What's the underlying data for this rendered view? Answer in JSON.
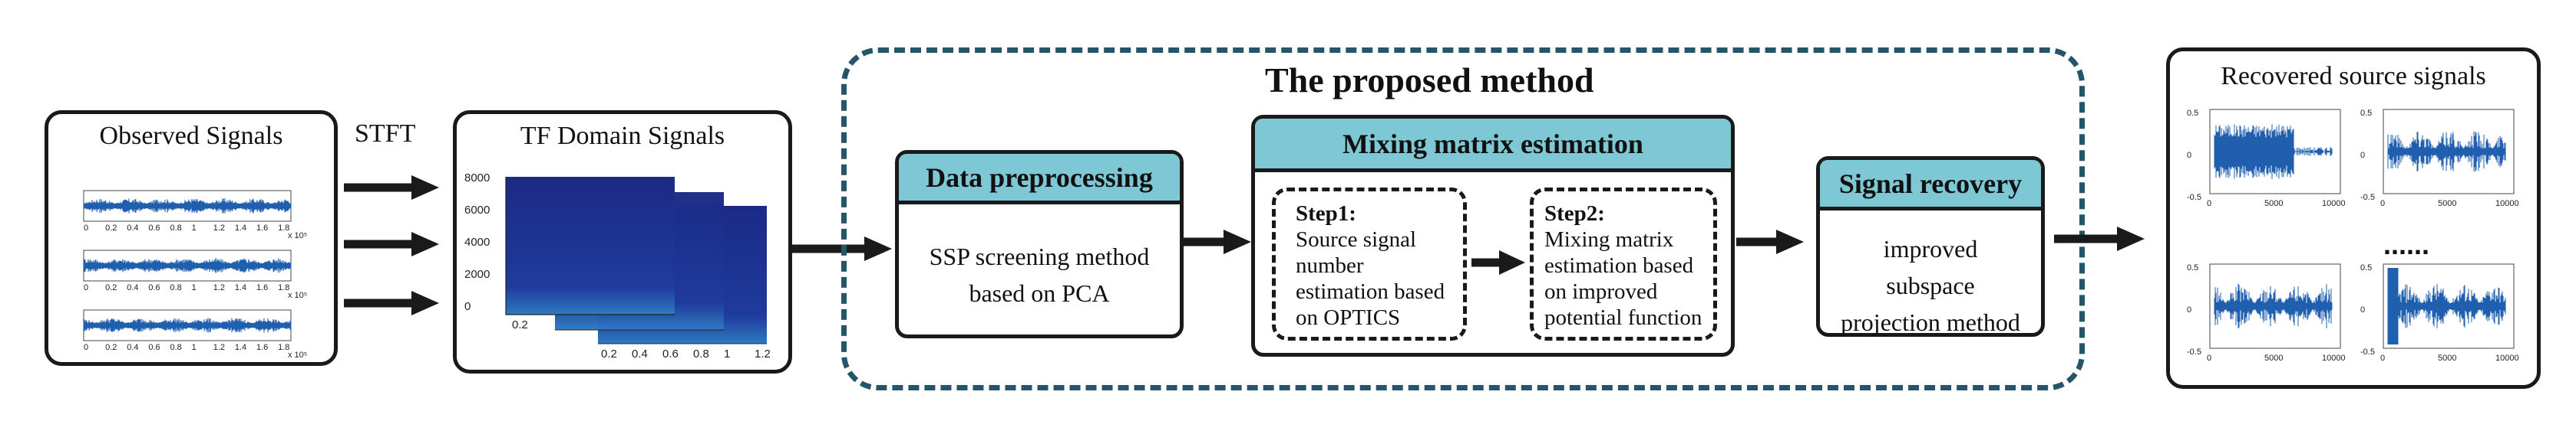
{
  "observed": {
    "title": "Observed Signals",
    "tick_row": [
      "0",
      "0.2",
      "0.4",
      "0.6",
      "0.8",
      "1",
      "1.2",
      "1.4",
      "1.6",
      "1.8"
    ],
    "exponent": "x 10⁵"
  },
  "stft_label": "STFT",
  "tf": {
    "title": "TF Domain Signals",
    "yticks": [
      "8000",
      "6000",
      "4000",
      "2000",
      "0"
    ],
    "xticks_back": [
      "0.2"
    ],
    "xticks": [
      "0.2",
      "0.4",
      "0.6",
      "0.8",
      "1",
      "1.2"
    ]
  },
  "method": {
    "title": "The proposed method",
    "preprocess": {
      "head": "Data preprocessing",
      "body": "SSP screening method based on PCA"
    },
    "mixing": {
      "head": "Mixing matrix estimation",
      "step1": {
        "label": "Step1:",
        "text": "Source signal number estimation based on OPTICS"
      },
      "step2": {
        "label": "Step2:",
        "text": "Mixing matrix estimation based on improved potential function"
      }
    },
    "recovery": {
      "head": "Signal recovery",
      "body": "improved subspace projection method"
    }
  },
  "recovered": {
    "title": "Recovered source signals",
    "ellipsis": "......",
    "yticks": [
      "0.5",
      "0",
      "-0.5"
    ],
    "xticks": [
      "0",
      "5000",
      "10000"
    ]
  },
  "colors": {
    "accent_head": "#7dc8d4",
    "dashed_border": "#24566b",
    "signal_blue": "#1f5fae",
    "tf_background": "#1c2f8a"
  }
}
